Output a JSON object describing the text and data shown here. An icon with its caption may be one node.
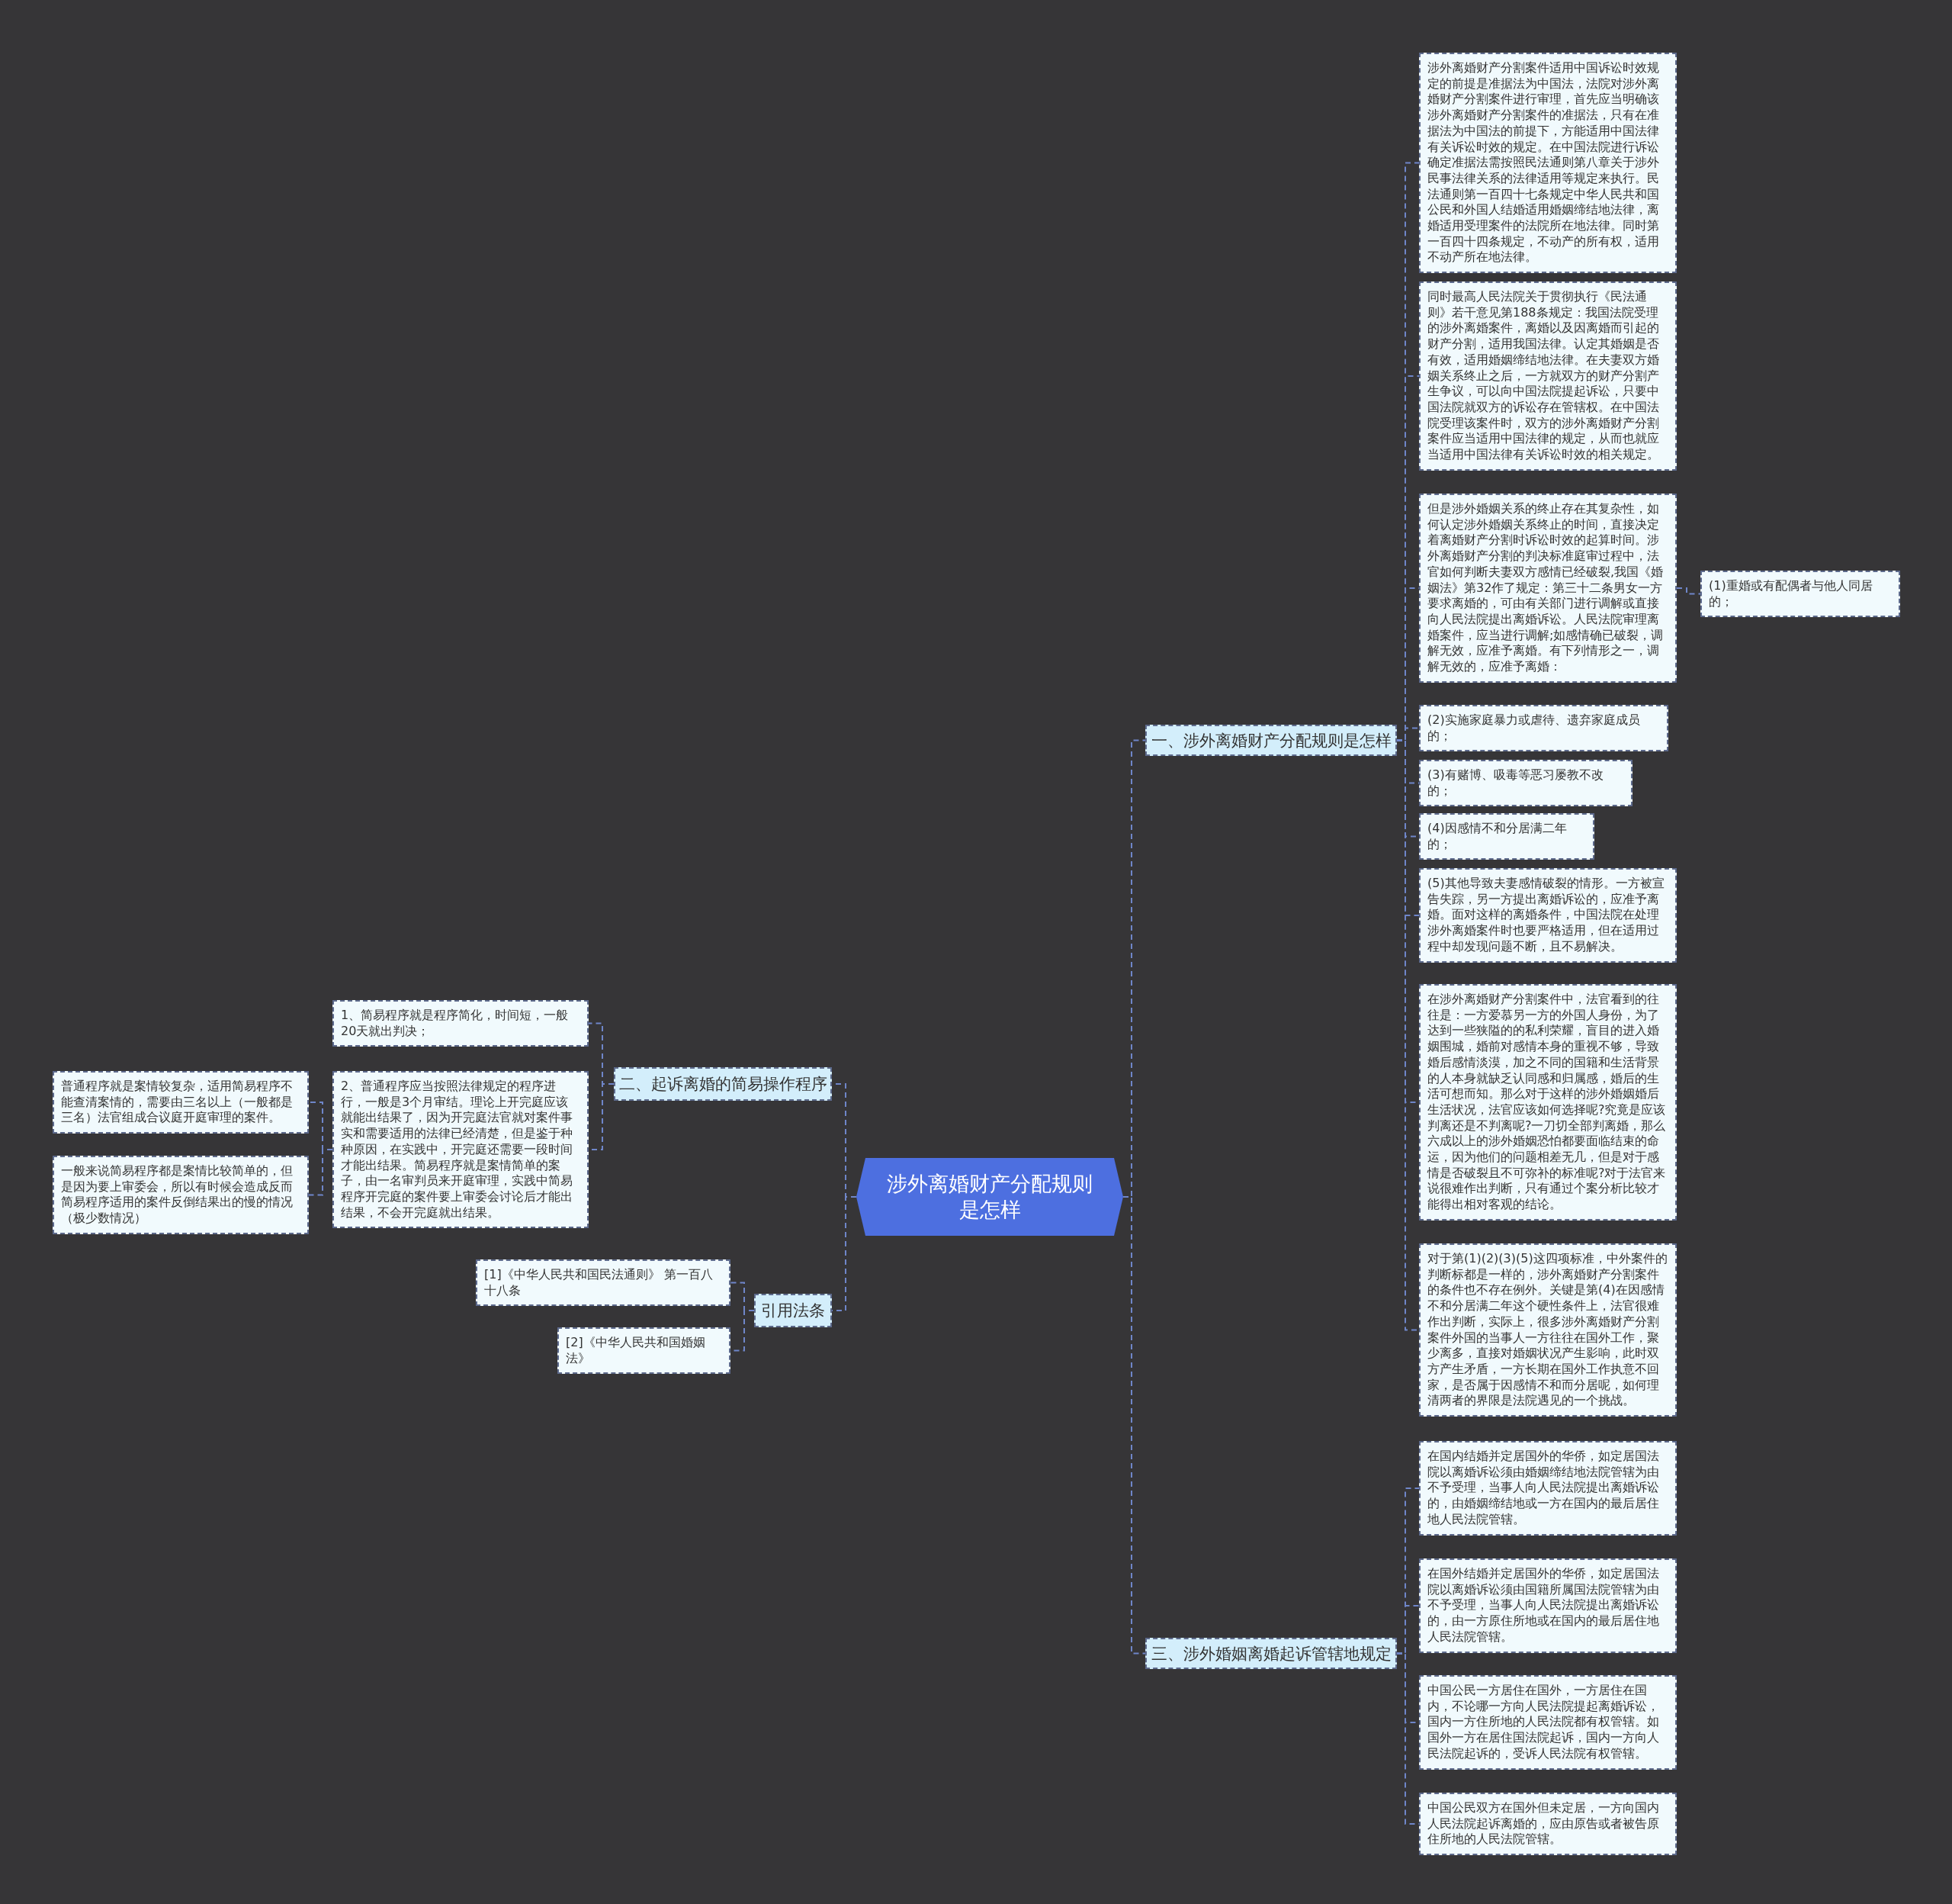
{
  "diagram": {
    "nodes": [
      {
        "text": [
          "涉外离婚财产分配规则是怎样"
        ]
      },
      {
        "text": [
          "一、涉外离婚财产分配规则是怎样"
        ]
      },
      {
        "text": [
          "涉外离婚财产分割案件适用中国诉讼时效规定的前提是准据法为中国法，法院对涉外离婚财产分割案件进行审理，首先应当明确该涉外离婚财产分割案件的准据法，只有在准据法为中国法的前提下，方能适用中国法律有关诉讼时效的规定。在中国法院进行诉讼确定准据法需按照民法通则第八章关于涉外民事法律关系的法律适用等规定来执行。民法通则第一百四十七条规定中华人民共和国公民和外国人结婚适用婚姻缔结地法律，离婚适用受理案件的法院所在地法律。同时第一百四十四条规定，不动产的所有权，适用不动产所在地法律。"
        ]
      },
      {
        "text": [
          "同时最高人民法院关于贯彻执行《民法通则》若干意见第188条规定：我国法院受理的涉外离婚案件，离婚以及因离婚而引起的财产分割，适用我国法律。认定其婚姻是否有效，适用婚姻缔结地法律。在夫妻双方婚姻关系终止之后，一方就双方的财产分割产生争议，可以向中国法院提起诉讼，只要中国法院就双方的诉讼存在管辖权。在中国法院受理该案件时，双方的涉外离婚财产分割案件应当适用中国法律的规定，从而也就应当适用中国法律有关诉讼时效的相关规定。"
        ]
      },
      {
        "text": [
          "但是涉外婚姻关系的终止存在其复杂性，如何认定涉外婚姻关系终止的时间，直接决定着离婚财产分割时诉讼时效的起算时间。涉外离婚财产分割的判决标准庭审过程中，法官如何判断夫妻双方感情已经破裂,我国《婚姻法》第32作了规定：第三十二条男女一方要求离婚的，可由有关部门进行调解或直接向人民法院提出离婚诉讼。人民法院审理离婚案件，应当进行调解;如感情确已破裂，调解无效，应准予离婚。有下列情形之一，调解无效的，应准予离婚："
        ]
      },
      {
        "text": [
          "(1)重婚或有配偶者与他人同居的；"
        ]
      },
      {
        "text": [
          "(2)实施家庭暴力或虐待、遗弃家庭成员的；"
        ]
      },
      {
        "text": [
          "(3)有赌博、吸毒等恶习屡教不改的；"
        ]
      },
      {
        "text": [
          "(4)因感情不和分居满二年的；"
        ]
      },
      {
        "text": [
          "(5)其他导致夫妻感情破裂的情形。一方被宣告失踪，另一方提出离婚诉讼的，应准予离婚。面对这样的离婚条件，中国法院在处理涉外离婚案件时也要严格适用，但在适用过程中却发现问题不断，且不易解决。"
        ]
      },
      {
        "text": [
          "在涉外离婚财产分割案件中，法官看到的往往是：一方爱慕另一方的外国人身份，为了达到一些狭隘的的私利荣耀，盲目的进入婚姻围城，婚前对感情本身的重视不够，导致婚后感情淡漠，加之不同的国籍和生活背景的人本身就缺乏认同感和归属感，婚后的生活可想而知。那么对于这样的涉外婚姻婚后生活状况，法官应该如何选择呢?究竟是应该判离还是不判离呢?一刀切全部判离婚，那么六成以上的涉外婚姻恐怕都要面临结束的命运，因为他们的问题相差无几，但是对于感情是否破裂且不可弥补的标准呢?对于法官来说很难作出判断，只有通过个案分析比较才能得出相对客观的结论。"
        ]
      },
      {
        "text": [
          "对于第(1)(2)(3)(5)这四项标准，中外案件的判断标都是一样的，涉外离婚财产分割案件的条件也不存在例外。关键是第(4)在因感情不和分居满二年这个硬性条件上，法官很难作出判断，实际上，很多涉外离婚财产分割案件外国的当事人一方往往在国外工作，聚少离多，直接对婚姻状况产生影响，此时双方产生矛盾，一方长期在国外工作执意不回家，是否属于因感情不和而分居呢，如何理清两者的界限是法院遇见的一个挑战。"
        ]
      },
      {
        "text": [
          "二、起诉离婚的简易操作程序"
        ]
      },
      {
        "text": [
          "1、简易程序就是程序简化，时间短，一般20天就出判决；"
        ]
      },
      {
        "text": [
          "2、普通程序应当按照法律规定的程序进行，一般是3个月审结。理论上开完庭应该就能出结果了，因为开完庭法官就对案件事实和需要适用的法律已经清楚，但是鉴于种种原因，在实践中，开完庭还需要一段时间才能出结果。简易程序就是案情简单的案子，由一名审判员来开庭审理，实践中简易程序开完庭的案件要上审委会讨论后才能出结果，不会开完庭就出结果。"
        ]
      },
      {
        "text": [
          "普通程序就是案情较复杂，适用简易程序不能查清案情的，需要由三名以上（一般都是三名）法官组成合议庭开庭审理的案件。"
        ]
      },
      {
        "text": [
          "一般来说简易程序都是案情比较简单的，但是因为要上审委会，所以有时候会造成反而简易程序适用的案件反倒结果出的慢的情况（极少数情况）"
        ]
      },
      {
        "text": [
          "引用法条"
        ]
      },
      {
        "text": [
          "[1]《中华人民共和国民法通则》 第一百八十八条"
        ]
      },
      {
        "text": [
          "[2]《中华人民共和国婚姻法》"
        ]
      },
      {
        "text": [
          "三、涉外婚姻离婚起诉管辖地规定"
        ]
      },
      {
        "text": [
          "在国内结婚并定居国外的华侨，如定居国法院以离婚诉讼须由婚姻缔结地法院管辖为由不予受理，当事人向人民法院提出离婚诉讼的，由婚姻缔结地或一方在国内的最后居住地人民法院管辖。"
        ]
      },
      {
        "text": [
          "在国外结婚并定居国外的华侨，如定居国法院以离婚诉讼须由国籍所属国法院管辖为由不予受理，当事人向人民法院提出离婚诉讼的，由一方原住所地或在国内的最后居住地人民法院管辖。"
        ]
      },
      {
        "text": [
          "中国公民一方居住在国外，一方居住在国内，不论哪一方向人民法院提起离婚诉讼，国内一方住所地的人民法院都有权管辖。如国外一方在居住国法院起诉，国内一方向人民法院起诉的，受诉人民法院有权管辖。"
        ]
      },
      {
        "text": [
          "中国公民双方在国外但未定居，一方向国内人民法院起诉离婚的，应由原告或者被告原住所地的人民法院管辖。"
        ]
      }
    ],
    "edges": [
      {
        "from": 0,
        "to": 1,
        "arrow": "none"
      },
      {
        "from": 1,
        "to": 2,
        "arrow": "none"
      },
      {
        "from": 1,
        "to": 3,
        "arrow": "none"
      },
      {
        "from": 1,
        "to": 4,
        "arrow": "none"
      },
      {
        "from": 4,
        "to": 5,
        "arrow": "none"
      },
      {
        "from": 1,
        "to": 6,
        "arrow": "none"
      },
      {
        "from": 1,
        "to": 7,
        "arrow": "none"
      },
      {
        "from": 1,
        "to": 8,
        "arrow": "none"
      },
      {
        "from": 1,
        "to": 9,
        "arrow": "none"
      },
      {
        "from": 1,
        "to": 10,
        "arrow": "none"
      },
      {
        "from": 1,
        "to": 11,
        "arrow": "none"
      },
      {
        "from": 0,
        "to": 12,
        "arrow": "none"
      },
      {
        "from": 12,
        "to": 13,
        "arrow": "none"
      },
      {
        "from": 12,
        "to": 14,
        "arrow": "none"
      },
      {
        "from": 14,
        "to": 15,
        "arrow": "none"
      },
      {
        "from": 14,
        "to": 16,
        "arrow": "none"
      },
      {
        "from": 0,
        "to": 17,
        "arrow": "none"
      },
      {
        "from": 17,
        "to": 18,
        "arrow": "none"
      },
      {
        "from": 17,
        "to": 19,
        "arrow": "none"
      },
      {
        "from": 0,
        "to": 20,
        "arrow": "none"
      },
      {
        "from": 20,
        "to": 21,
        "arrow": "none"
      },
      {
        "from": 20,
        "to": 22,
        "arrow": "none"
      },
      {
        "from": 20,
        "to": 23,
        "arrow": "none"
      },
      {
        "from": 20,
        "to": 24,
        "arrow": "none"
      }
    ]
  }
}
